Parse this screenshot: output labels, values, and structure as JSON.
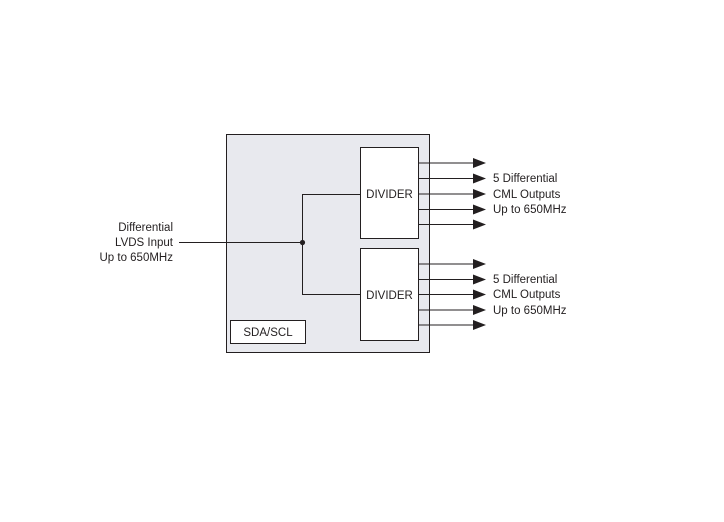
{
  "input_label": [
    "Differential",
    "LVDS Input",
    "Up to 650MHz"
  ],
  "dividers": [
    {
      "label": "DIVIDER",
      "output_label": [
        "5 Differential",
        "CML Outputs",
        "Up to 650MHz"
      ]
    },
    {
      "label": "DIVIDER",
      "output_label": [
        "5 Differential",
        "CML Outputs",
        "Up to 650MHz"
      ]
    }
  ],
  "sda_scl_label": "SDA/SCL",
  "colors": {
    "chip_fill": "#e8e9ee",
    "line": "#231f20"
  }
}
